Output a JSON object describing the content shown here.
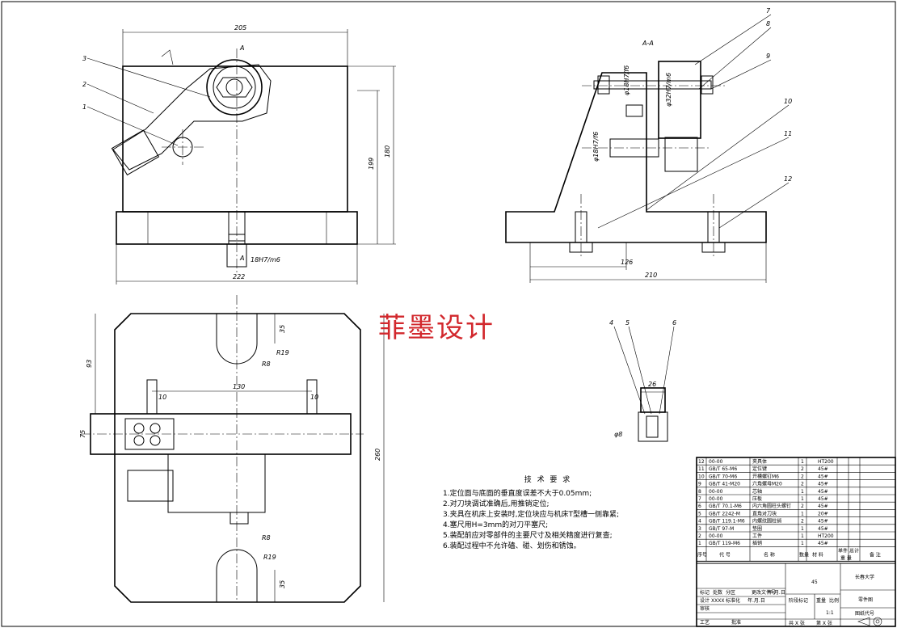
{
  "watermark": "菲墨设计",
  "section_label": "A-A",
  "view_marker": "A",
  "dimensions": {
    "top_width": "205",
    "base_width": "222",
    "h_199": "199",
    "h_180": "180",
    "fit_base": "18H7/m6",
    "aa_w1": "126",
    "aa_w2": "210",
    "aa_fit1": "φ18H7/f6",
    "aa_fit2": "φ32H7/m6",
    "aa_fit3": "φ18H7/f6",
    "detail_26": "26",
    "detail_d": "φ8",
    "plan_35a": "35",
    "plan_r19a": "R19",
    "plan_r8a": "R8",
    "plan_93": "93",
    "plan_130": "130",
    "plan_10a": "10",
    "plan_10b": "10",
    "plan_75": "75",
    "plan_260": "260",
    "plan_r8b": "R8",
    "plan_r19b": "R19",
    "plan_35b": "35"
  },
  "callouts": [
    "1",
    "2",
    "3",
    "4",
    "5",
    "6",
    "7",
    "8",
    "9",
    "10",
    "11",
    "12"
  ],
  "tech_requirements": {
    "title": "技 术 要 求",
    "items": [
      "1.定位面与底面的垂直度误差不大于0.05mm;",
      "2.对刀块调试准确后,用推销定位;",
      "3.夹具在机床上安装时,定位块应与机床T型槽一侧靠紧;",
      "4.塞尺用H=3mm的对刀平塞尺;",
      "5.装配前应对零部件的主要尺寸及相关精度进行复查;",
      "6.装配过程中不允许磕、碰、划伤和锈蚀。"
    ]
  },
  "bom": {
    "rows": [
      {
        "no": "12",
        "code": "00-00",
        "name": "夹具体",
        "qty": "1",
        "mat": "HT200"
      },
      {
        "no": "11",
        "code": "GB/T 65-M6",
        "name": "定位键",
        "qty": "2",
        "mat": "45#"
      },
      {
        "no": "10",
        "code": "GB/T 70-M6",
        "name": "开槽螺钉M6",
        "qty": "2",
        "mat": "45#"
      },
      {
        "no": "9",
        "code": "GB/T 41-M20",
        "name": "六角螺母M20",
        "qty": "2",
        "mat": "45#"
      },
      {
        "no": "8",
        "code": "00-00",
        "name": "芯轴",
        "qty": "1",
        "mat": "45#"
      },
      {
        "no": "7",
        "code": "00-00",
        "name": "压板",
        "qty": "1",
        "mat": "45#"
      },
      {
        "no": "6",
        "code": "GB/T 70.1-M6",
        "name": "内六角圆柱头螺钉",
        "qty": "2",
        "mat": "45#"
      },
      {
        "no": "5",
        "code": "GB/T 2242-M",
        "name": "直角对刀块",
        "qty": "1",
        "mat": "20#"
      },
      {
        "no": "4",
        "code": "GB/T 119.1-M6",
        "name": "内螺纹圆柱销",
        "qty": "2",
        "mat": "45#"
      },
      {
        "no": "3",
        "code": "GB/T 97-M",
        "name": "垫圈",
        "qty": "1",
        "mat": "45#"
      },
      {
        "no": "2",
        "code": "00-00",
        "name": "工件",
        "qty": "1",
        "mat": "HT200"
      },
      {
        "no": "1",
        "code": "GB/T 119-M6",
        "name": "插销",
        "qty": "1",
        "mat": "45#"
      }
    ],
    "header": {
      "no": "序号",
      "code": "代  号",
      "name": "名    称",
      "qty": "数量",
      "mat": "材  料",
      "unit": "单件",
      "total": "总计",
      "weight": "重  量",
      "note": "备 注"
    }
  },
  "title_block": {
    "university": "长春大学",
    "drawing_type": "零件图",
    "material": "45",
    "scale": "1:1",
    "drawing_no": "图纸代号",
    "sheet": "共 X 张",
    "sheet_of": "第 X 张",
    "design": "设计",
    "review": "审核",
    "process": "工艺",
    "approve": "批准",
    "marks": "标记",
    "count": "处数",
    "zone": "分区",
    "change_doc": "更改文件号",
    "signature": "签名",
    "date": "年.月.日",
    "std": "标准化",
    "stage": "阶段标记",
    "weight": "重量",
    "ratio": "比例",
    "designer": "XXXX",
    "std_date": "年.月.日"
  }
}
